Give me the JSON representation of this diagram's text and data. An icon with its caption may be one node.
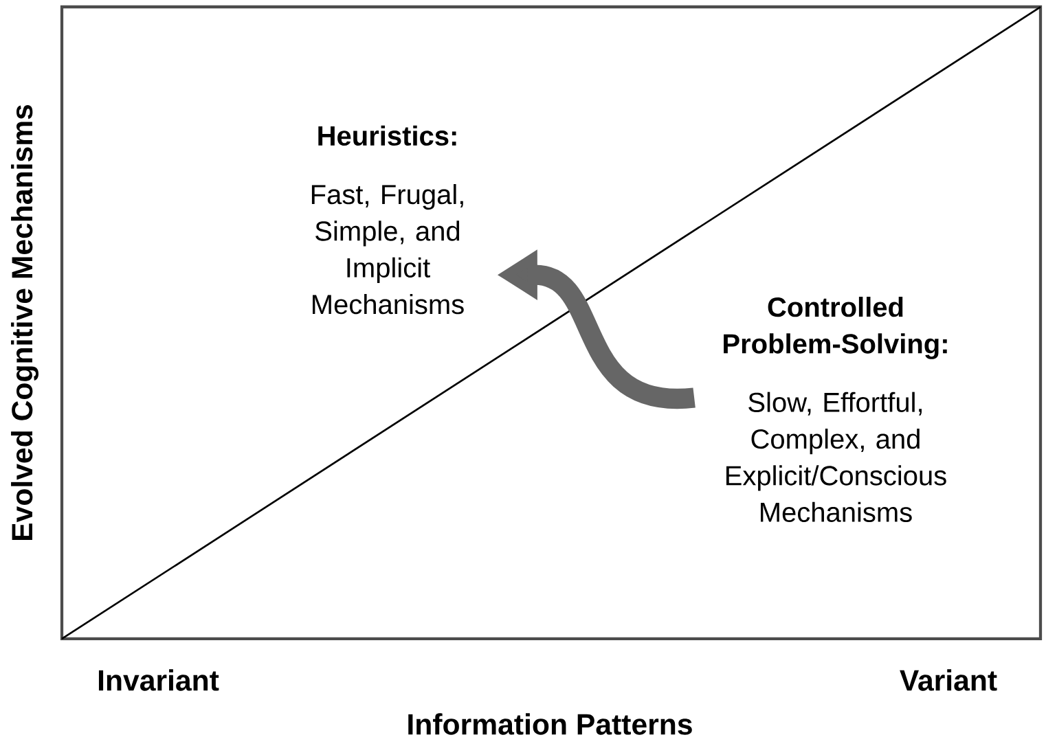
{
  "diagram": {
    "nodes": [
      {
        "text": [
          "Heuristics:",
          "Fast, Frugal, Simple, and Implicit Mechanisms"
        ]
      },
      {
        "text": [
          "Controlled Problem-Solving:",
          "Slow, Effortful, Complex, and Explicit/Conscious Mechanisms"
        ]
      }
    ],
    "edges": [
      {
        "from": 1,
        "to": 0,
        "arrow": "to"
      }
    ],
    "labels": [
      "Evolved Cognitive Mechanisms",
      "Invariant",
      "Variant",
      "Information Patterns"
    ]
  }
}
